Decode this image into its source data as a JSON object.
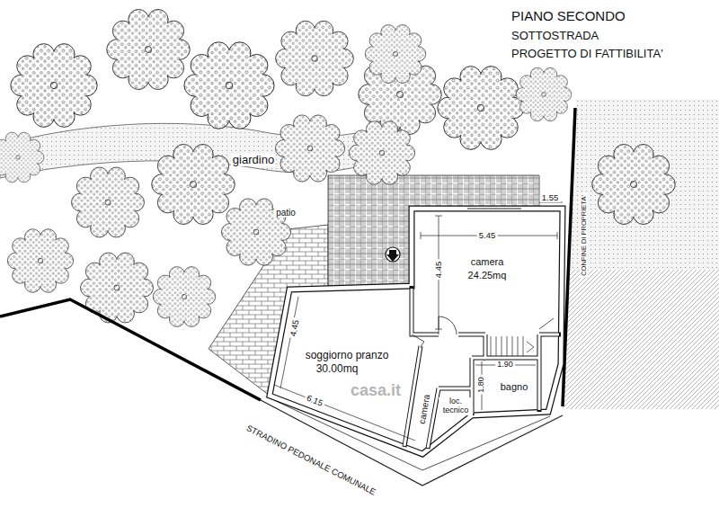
{
  "diagram": {
    "title": "PIANO SECONDO",
    "labels": [
      "SOTTOSTRADA",
      "PROGETTO DI FATTIBILITA'",
      "giardino",
      "patio",
      "1.55",
      "5.45",
      "camera",
      "24.25mq",
      "4.45",
      "4.45",
      "soggiorno pranzo",
      "30.00mq",
      "6.15",
      "camera",
      "loc. tecnico",
      "bagno",
      "1.90",
      "1.80",
      "CONFINE DI PROPRIETA'",
      "STRADINO PEDONALE COMUNALE",
      "casa.it"
    ]
  }
}
